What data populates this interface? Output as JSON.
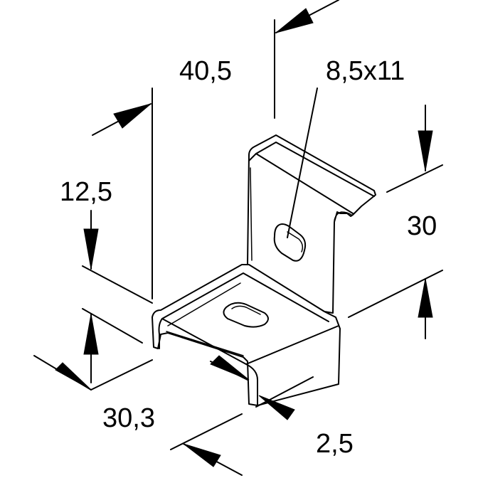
{
  "dimensions": {
    "length_top": "40,5",
    "hole": "8,5x11",
    "flange_height": "12,5",
    "total_height": "30",
    "width": "30,3",
    "thickness": "2,5"
  }
}
